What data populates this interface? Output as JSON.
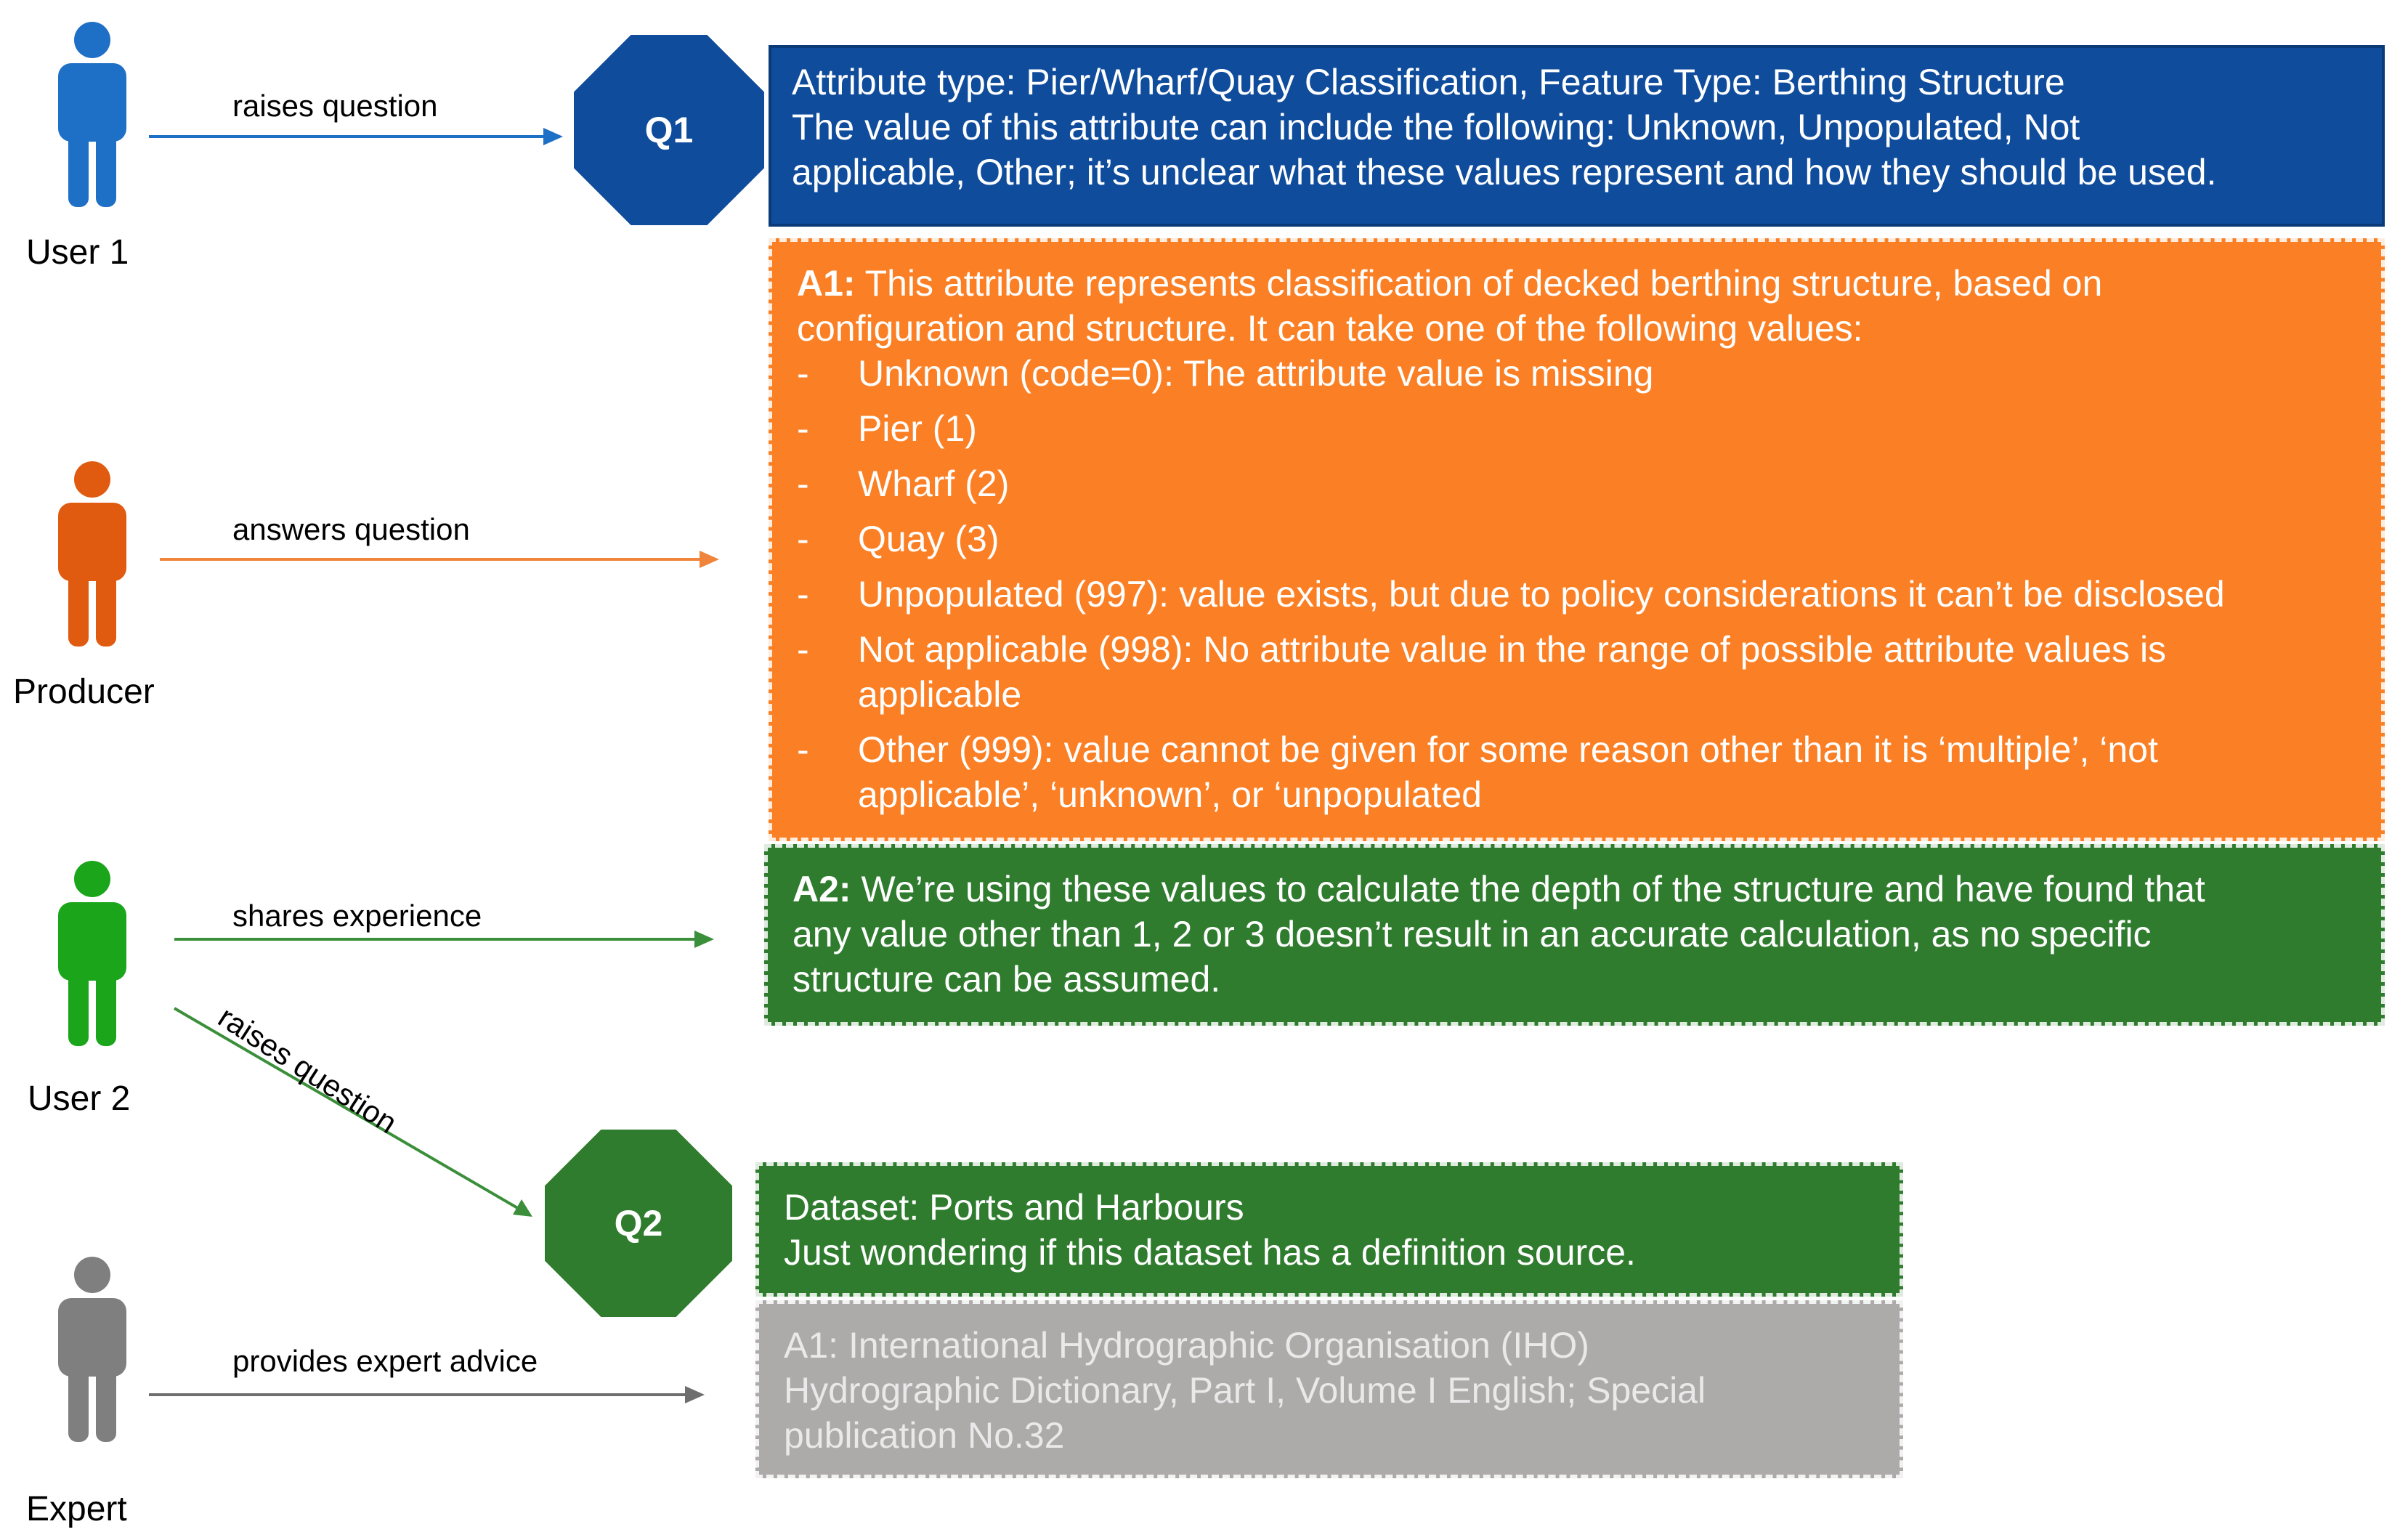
{
  "colors": {
    "user1": "#1e6fc6",
    "producer": "#e05a10",
    "user2": "#1aa51a",
    "expert": "#7f7f7f",
    "q1_box": "#0f4c9c",
    "a1_box": "#fb7f24",
    "green_box": "#2f7c2e",
    "grey_box": "#adaaaa",
    "grey_text": "#e9e9e9"
  },
  "actors": {
    "user1": {
      "label": "User 1",
      "icon": "person-icon"
    },
    "producer": {
      "label": "Producer",
      "icon": "person-icon"
    },
    "user2": {
      "label": "User 2",
      "icon": "person-icon"
    },
    "expert": {
      "label": "Expert",
      "icon": "person-icon"
    }
  },
  "edges": {
    "user1_q1": "raises question",
    "producer_a1": "answers question",
    "user2_a2": "shares experience",
    "user2_q2": "raises question",
    "expert_a1b": "provides expert advice"
  },
  "nodes": {
    "q1": "Q1",
    "q2": "Q2"
  },
  "q1_box": {
    "lines": [
      "Attribute type: Pier/Wharf/Quay Classification, Feature Type: Berthing Structure",
      "The value of this attribute can include the following: Unknown, Unpopulated, Not",
      "applicable, Other; it’s unclear  what these values represent and how they should be used."
    ]
  },
  "a1_box": {
    "prefix": "A1:",
    "intro": [
      " This attribute represents classification of decked berthing structure, based on",
      "configuration and structure. It can take one of the following values:"
    ],
    "bullet": "-",
    "items": [
      [
        "Unknown (code=0): The attribute value is missing"
      ],
      [
        "Pier (1)"
      ],
      [
        "Wharf (2)"
      ],
      [
        "Quay (3)"
      ],
      [
        "Unpopulated (997): value exists, but due to policy considerations it can’t be disclosed"
      ],
      [
        "Not applicable (998): No attribute value in the range of possible attribute values is",
        "applicable"
      ],
      [
        "Other (999): value cannot be given for some reason other than it is ‘multiple’, ‘not",
        "applicable’, ‘unknown’, or ‘unpopulated"
      ]
    ]
  },
  "a2_box": {
    "prefix": "A2:",
    "lines": [
      " We’re using these values to calculate the depth of the structure and have found that",
      "any value other than 1, 2 or 3 doesn’t result in an accurate calculation, as no specific",
      "structure can be assumed."
    ]
  },
  "q2_box": {
    "lines": [
      "Dataset: Ports and Harbours",
      "Just wondering if this dataset has a definition source."
    ]
  },
  "a1b_box": {
    "lines": [
      "A1: International Hydrographic Organisation (IHO)",
      "Hydrographic Dictionary, Part I, Volume I English; Special",
      "publication No.32"
    ]
  }
}
